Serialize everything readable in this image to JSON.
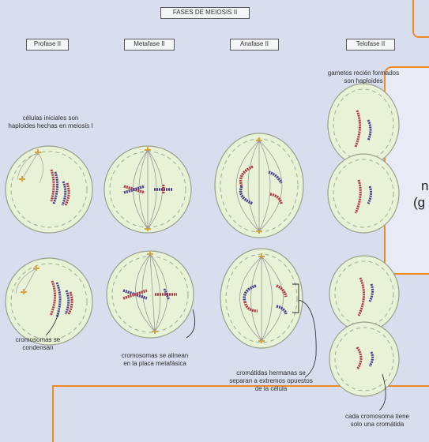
{
  "title": "FASES DE MEIOSIS II",
  "phases": [
    "Profase II",
    "Metafase II",
    "Anafase II",
    "Telofase II"
  ],
  "notes": {
    "initial_cells_line1": "células iniciales son",
    "initial_cells_line2": "haploides hechas en meiosis I",
    "gametes_line1": "gametos recién formados",
    "gametes_line2": "son haploides",
    "condense_line1": "cromosomas se",
    "condense_line2": "condensan",
    "align_line1": "cromosomas se alinean",
    "align_line2": "en la placa metafásica",
    "separate_line1": "cromátidas hermanas se",
    "separate_line2": "separan a extremos opuestos",
    "separate_line3": "de la célula",
    "one_chromatid_line1": "cada cromosoma tiene",
    "one_chromatid_line2": "solo una cromátida"
  },
  "cropped_text": {
    "line1": "n",
    "line2": "(g"
  },
  "colors": {
    "background": "#d9deef",
    "cell_fill": "#e8f2d6",
    "cell_border": "#9aa08a",
    "chromosome_red": "#b2353f",
    "chromosome_blue": "#4a3c8c",
    "centrosome": "#d9a53b",
    "highlight_border": "#f08a24"
  }
}
